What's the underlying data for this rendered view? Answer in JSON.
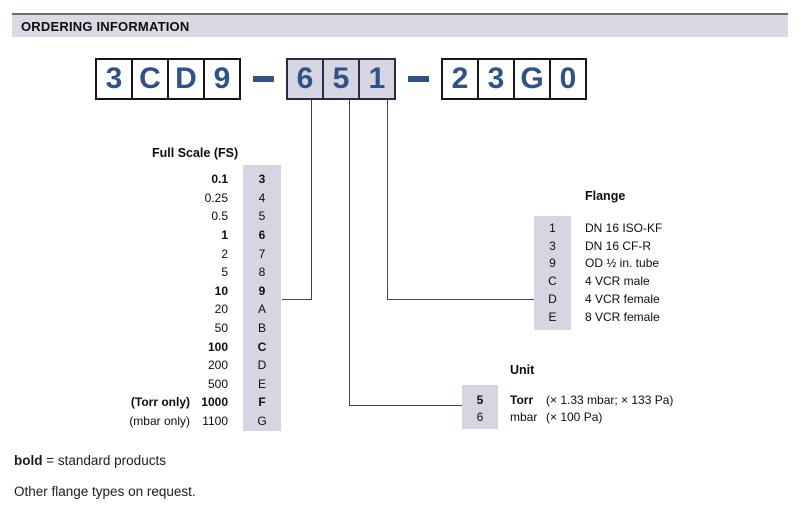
{
  "header": {
    "title": "ORDERING INFORMATION"
  },
  "model_code": {
    "groups": [
      {
        "style": "plain",
        "chars": [
          "3",
          "C",
          "D",
          "9"
        ]
      },
      {
        "style": "highlight",
        "chars": [
          "6",
          "5",
          "1"
        ]
      },
      {
        "style": "plain",
        "chars": [
          "2",
          "3",
          "G",
          "0"
        ]
      }
    ],
    "separator": "-"
  },
  "full_scale": {
    "title": "Full Scale (FS)",
    "rows": [
      {
        "note": "",
        "value": "0.1",
        "code": "3",
        "bold": true
      },
      {
        "note": "",
        "value": "0.25",
        "code": "4",
        "bold": false
      },
      {
        "note": "",
        "value": "0.5",
        "code": "5",
        "bold": false
      },
      {
        "note": "",
        "value": "1",
        "code": "6",
        "bold": true
      },
      {
        "note": "",
        "value": "2",
        "code": "7",
        "bold": false
      },
      {
        "note": "",
        "value": "5",
        "code": "8",
        "bold": false
      },
      {
        "note": "",
        "value": "10",
        "code": "9",
        "bold": true
      },
      {
        "note": "",
        "value": "20",
        "code": "A",
        "bold": false
      },
      {
        "note": "",
        "value": "50",
        "code": "B",
        "bold": false
      },
      {
        "note": "",
        "value": "100",
        "code": "C",
        "bold": true
      },
      {
        "note": "",
        "value": "200",
        "code": "D",
        "bold": false
      },
      {
        "note": "",
        "value": "500",
        "code": "E",
        "bold": false
      },
      {
        "note": "(Torr only)",
        "value": "1000",
        "code": "F",
        "bold": true
      },
      {
        "note": "(mbar only)",
        "value": "1100",
        "code": "G",
        "bold": false
      }
    ]
  },
  "flange": {
    "title": "Flange",
    "rows": [
      {
        "code": "1",
        "label": "DN 16 ISO-KF",
        "bold": false
      },
      {
        "code": "3",
        "label": "DN 16 CF-R",
        "bold": false
      },
      {
        "code": "9",
        "label": "OD ½ in. tube",
        "bold": false
      },
      {
        "code": "C",
        "label": "4 VCR male",
        "bold": false
      },
      {
        "code": "D",
        "label": "4 VCR female",
        "bold": false
      },
      {
        "code": "E",
        "label": "8 VCR female",
        "bold": false
      }
    ]
  },
  "unit": {
    "title": "Unit",
    "rows": [
      {
        "code": "5",
        "name": "Torr",
        "note": "(× 1.33 mbar; × 133 Pa)",
        "bold": true
      },
      {
        "code": "6",
        "name": "mbar",
        "note": "(× 100 Pa)",
        "bold": false
      }
    ]
  },
  "notes": {
    "bold_word": "bold",
    "bold_rest": " = standard products",
    "flange_note": "Other flange types on request."
  },
  "colors": {
    "digit_blue": "#2f5389",
    "lavender": "#d5d6e2",
    "header_bg": "#d9dae4",
    "line": "#3c4552"
  }
}
